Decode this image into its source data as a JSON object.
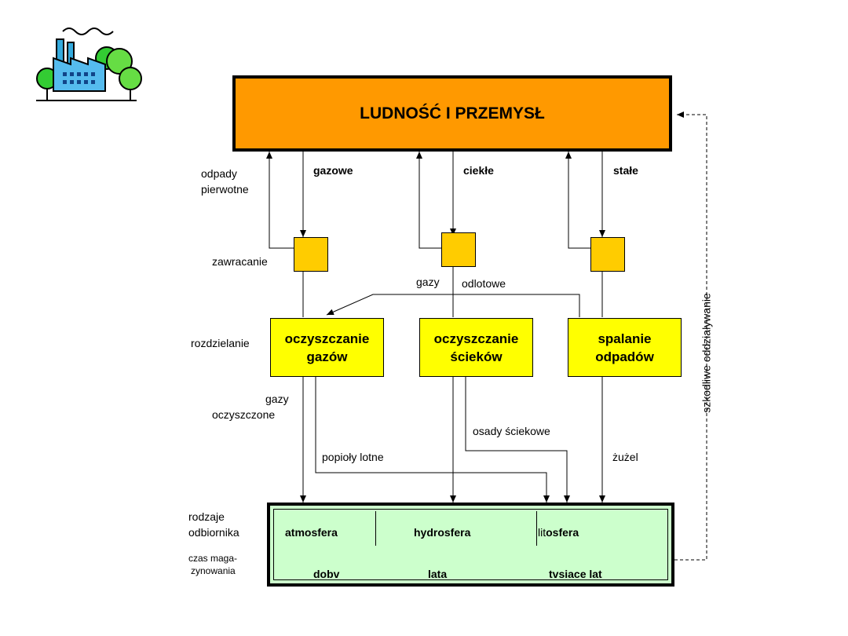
{
  "top_box": {
    "title": "LUDNOŚĆ I PRZEMYSŁ"
  },
  "flows": {
    "gaseous": "gazowe",
    "liquid": "ciekłe",
    "solid": "stałe"
  },
  "left_labels": {
    "primary_waste_1": "odpady",
    "primary_waste_2": "pierwotne",
    "recycling": "zawracanie",
    "separation": "rozdzielanie",
    "receiver_types_1": "rodzaje",
    "receiver_types_2": "odbiornika",
    "storage_time_1": "czas maga-",
    "storage_time_2": "zynowania"
  },
  "exhaust": {
    "gases": "gazy",
    "off": "odlotowe"
  },
  "processes": {
    "gas_treatment": [
      "oczyszczanie",
      "gazów"
    ],
    "sewage_treatment": [
      "oczyszczanie",
      "ścieków"
    ],
    "waste_incineration": [
      "spalanie",
      "odpadów"
    ]
  },
  "outputs": {
    "cleaned_gases_1": "gazy",
    "cleaned_gases_2": "oczyszczone",
    "fly_ash": "popioły lotne",
    "sewage_sludge": "osady ściekowe",
    "slag": "żużel"
  },
  "side_label": "szkodliwe oddziaływanie",
  "receivers": {
    "atmosphere": "atmosfera",
    "hydrosphere": "hydrosfera",
    "lithosphere_prefix": "lit",
    "lithosphere_suffix": "osfera",
    "time_atmosphere": "dobv",
    "time_hydrosphere": "lata",
    "time_lithosphere": "tvsiace lat"
  },
  "colors": {
    "top_box": "#ff9900",
    "small_boxes": "#ffcc00",
    "process_boxes": "#ffff00",
    "receiver_box": "#ccffcc"
  },
  "icons": [
    "factory-icon"
  ]
}
